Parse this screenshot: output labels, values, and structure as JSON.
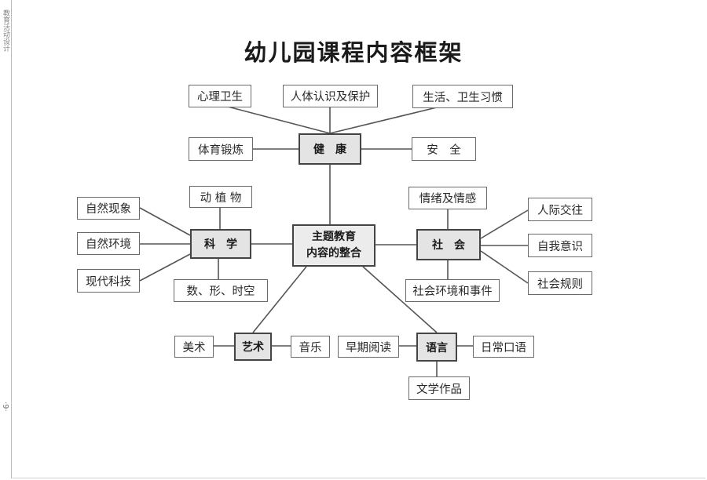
{
  "side": {
    "running_text": "教育活动设计",
    "page_number": "·9·"
  },
  "title": "幼儿园课程内容框架",
  "center": {
    "line1": "主题教育",
    "line2": "内容的整合"
  },
  "hubs": {
    "health": "健　康",
    "science": "科　学",
    "society": "社　会",
    "art": "艺术",
    "language": "语言"
  },
  "leaves": {
    "health": [
      "心理卫生",
      "人体认识及保护",
      "生活、卫生习惯",
      "体育锻炼",
      "安　全"
    ],
    "science": [
      "动 植 物",
      "自然现象",
      "自然环境",
      "现代科技",
      "数、形、时空"
    ],
    "society": [
      "情绪及情感",
      "人际交往",
      "自我意识",
      "社会规则",
      "社会环境和事件"
    ],
    "art": [
      "美术",
      "音乐"
    ],
    "language": [
      "早期阅读",
      "日常口语",
      "文学作品"
    ]
  }
}
